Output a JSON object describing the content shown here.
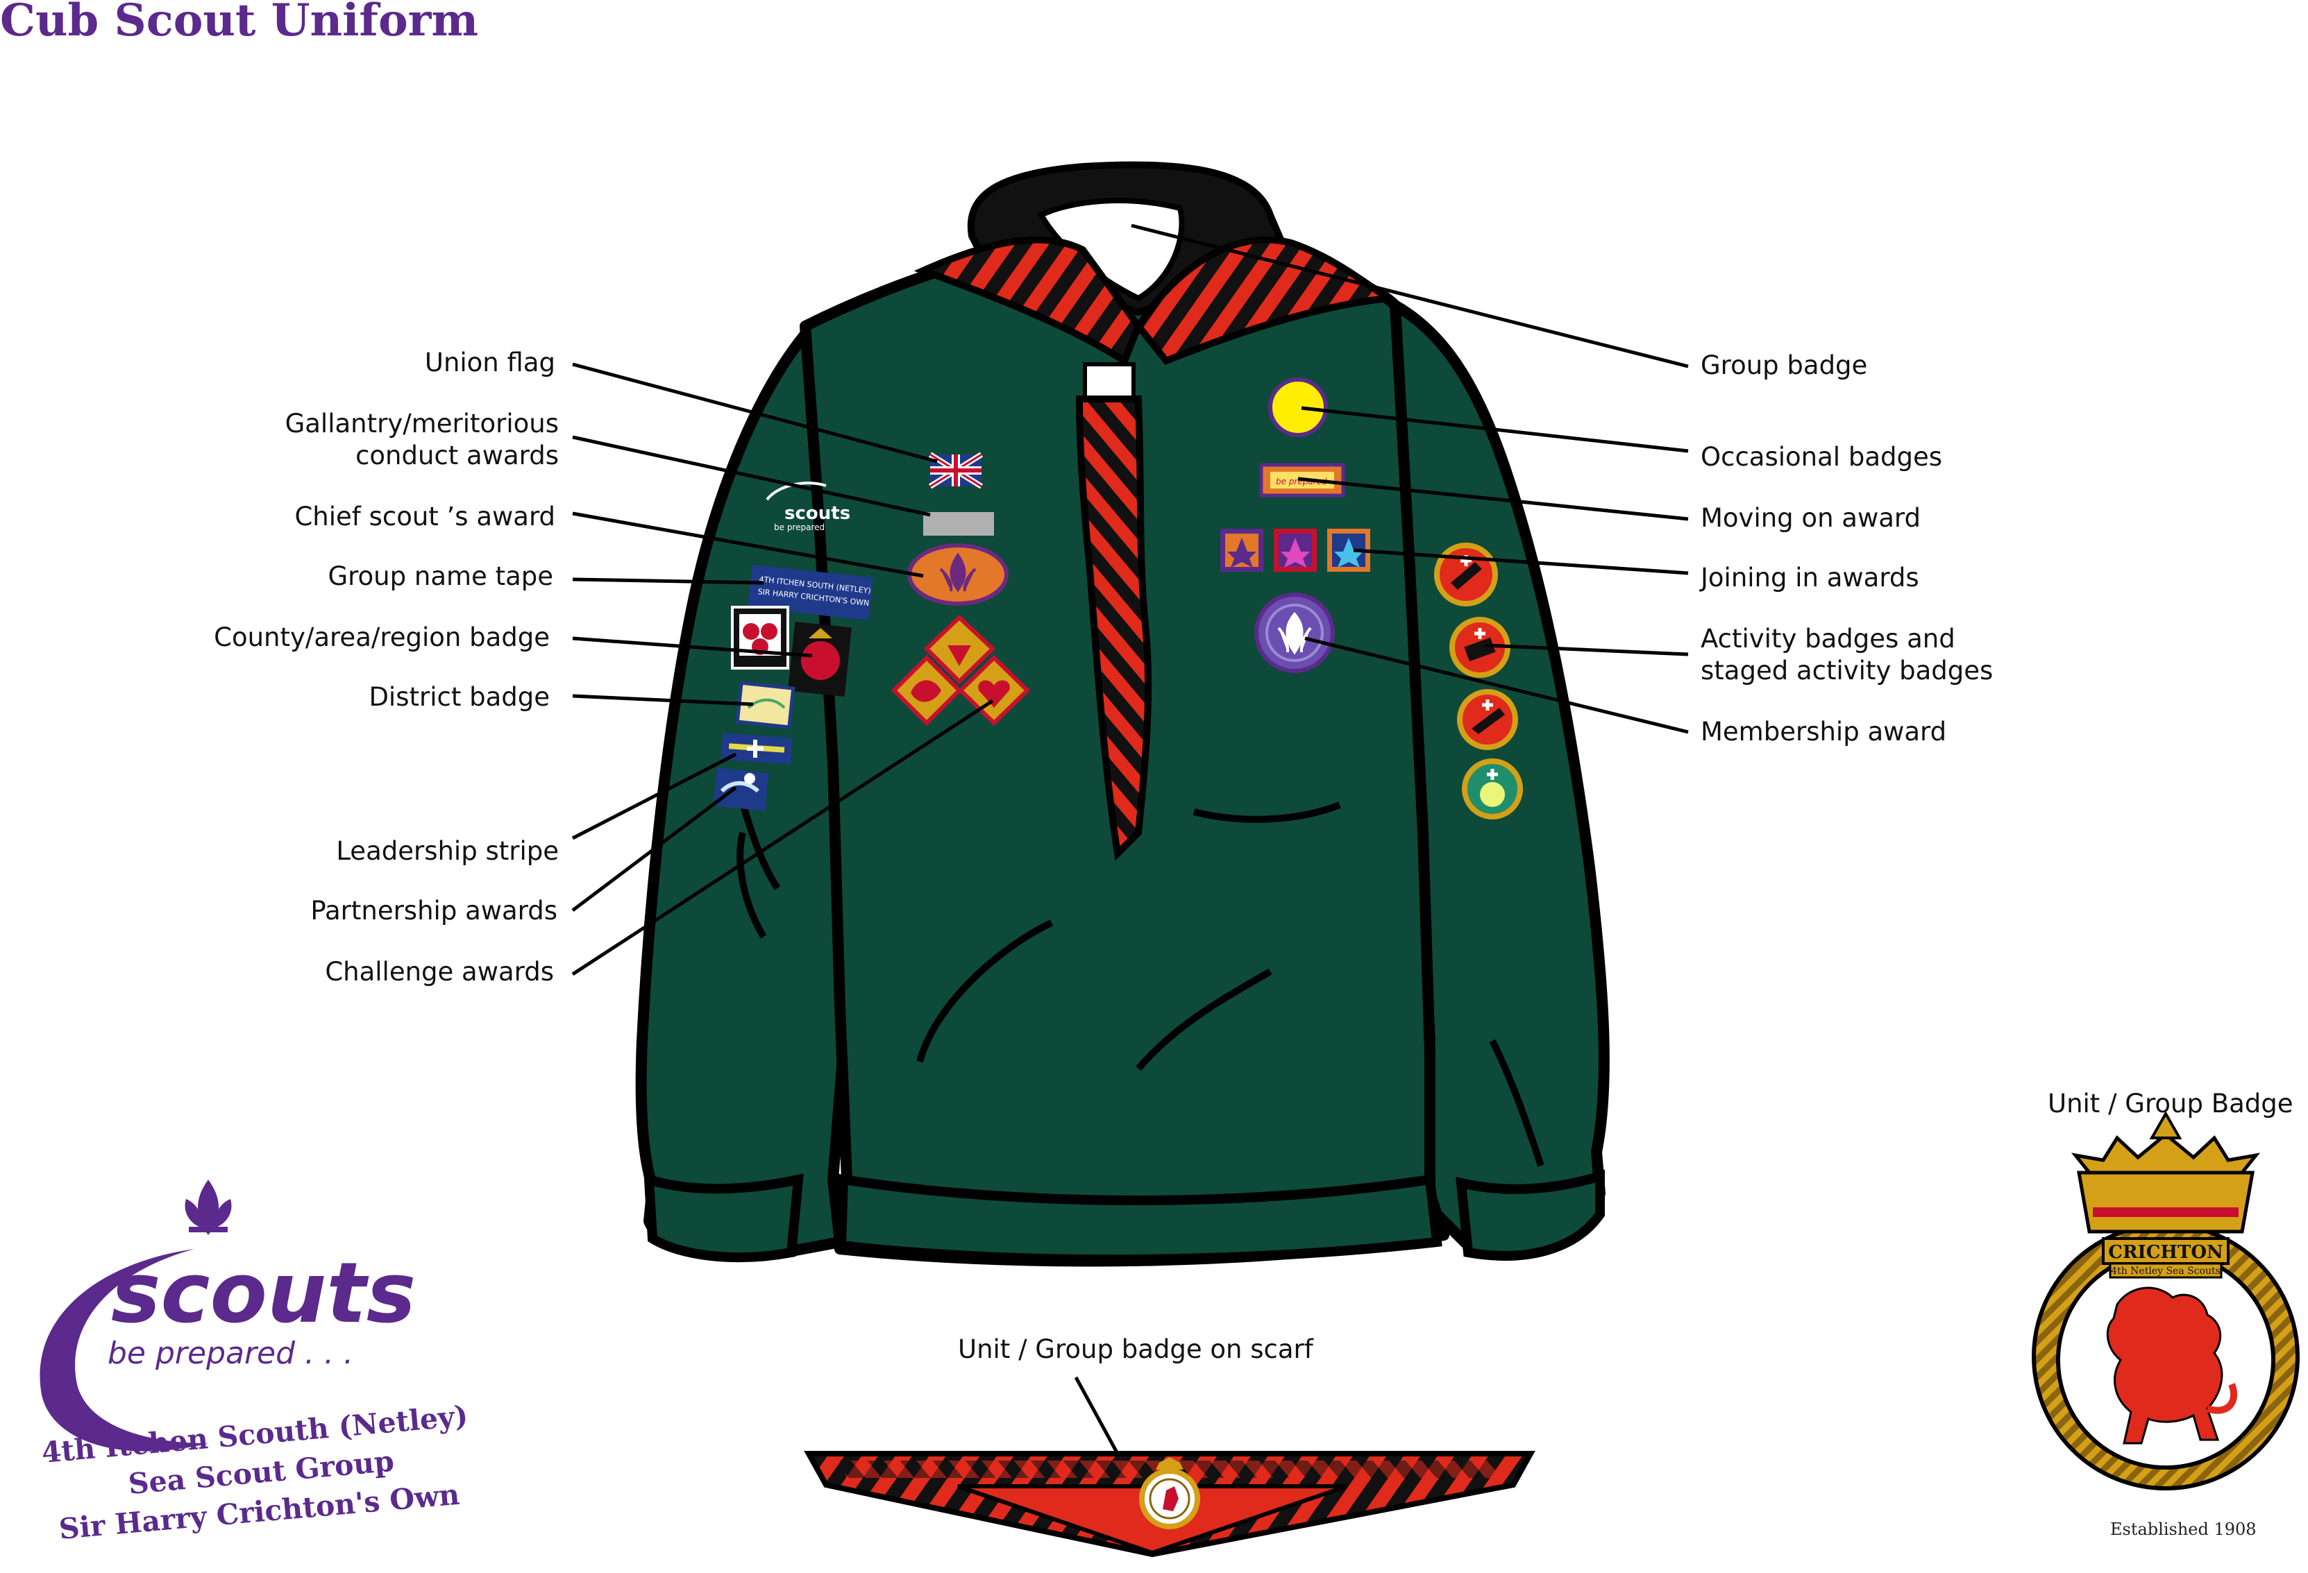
{
  "title": "Cub Scout Uniform",
  "labels_left": {
    "union_flag": "Union flag",
    "gallantry_line1": "Gallantry/meritorious",
    "gallantry_line2": "conduct awards",
    "chief_scout": "Chief scout ’s award",
    "group_name_tape": "Group name tape",
    "county_badge": "County/area/region badge",
    "district_badge": "District badge",
    "leadership_stripe": "Leadership stripe",
    "partnership_awards": "Partnership awards",
    "challenge_awards": "Challenge awards"
  },
  "labels_right": {
    "group_badge": "Group badge",
    "occasional_badges": "Occasional badges",
    "moving_on_award": "Moving on award",
    "joining_in_awards": "Joining in awards",
    "activity_line1": "Activity badges and",
    "activity_line2": "staged activity badges",
    "membership_award": "Membership award"
  },
  "scarf_label": "Unit / Group badge on scarf",
  "crest": {
    "heading": "Unit / Group  Badge",
    "name": "CRICHTON",
    "subtitle": "4th Netley Sea Scouts",
    "established": "Established 1908"
  },
  "logo": {
    "wordmark": "scouts",
    "tagline": "be prepared . . .",
    "sleeve_wordmark": "scouts",
    "sleeve_tagline": "be prepared"
  },
  "organisation": {
    "line1": "4th Itchen Scouth (Netley)",
    "line2": "Sea Scout Group",
    "line3": "Sir Harry Crichton's Own"
  },
  "badge_text": {
    "name_tape_line1": "4TH ITCHEN SOUTH (NETLEY)",
    "name_tape_line2": "SIR HARRY CRICHTON'S OWN",
    "moving_on": "be prepared"
  },
  "colors": {
    "jumper": "#0d4a3a",
    "outline": "#000000",
    "scarf_red": "#e02a1c",
    "brand_purple": "#5b2a8c",
    "occasional_yellow": "#ffee00",
    "gold": "#d4a017"
  }
}
